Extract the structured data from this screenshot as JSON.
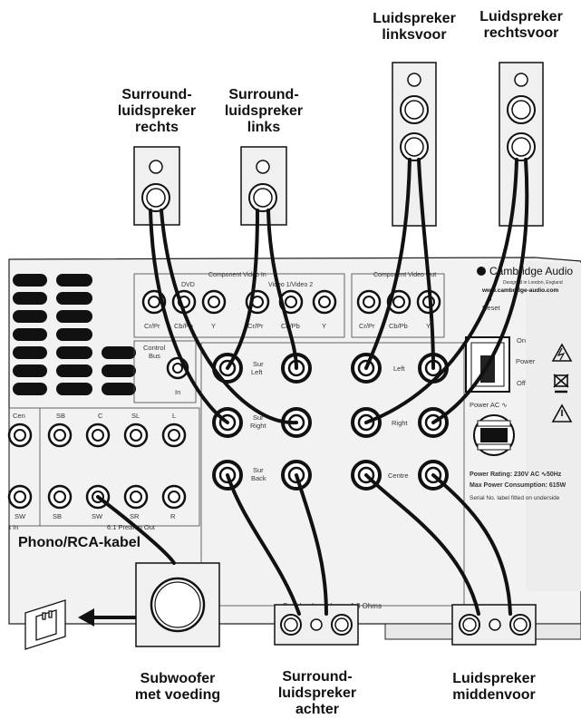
{
  "labels": {
    "front_left": [
      "Luidspreker",
      "linksvoor"
    ],
    "front_right": [
      "Luidspreker",
      "rechtsvoor"
    ],
    "surround_right": [
      "Surround-",
      "luidspreker",
      "rechts"
    ],
    "surround_left": [
      "Surround-",
      "luidspreker",
      "links"
    ],
    "phono": "Phono/RCA-kabel",
    "subwoofer": [
      "Subwoofer",
      "met voeding"
    ],
    "surround_back": [
      "Surround-",
      "luidspreker",
      "achter"
    ],
    "center": [
      "Luidspreker",
      "middenvoor"
    ]
  },
  "panel": {
    "component_video_in": "Component Video In",
    "dvd": "DVD",
    "video12": "Video 1/Video 2",
    "component_video_out": "Component Video Out",
    "cr_pr": "Cr/Pr",
    "cb_pb": "Cb/Pb",
    "y": "Y",
    "brand": "Cambridge Audio",
    "designed": "Designed in London, England",
    "url": "www.cambridge-audio.com",
    "reset": "Reset",
    "control_bus": [
      "Control",
      "Bus"
    ],
    "in": "In",
    "sur_left": [
      "Sur",
      "Left"
    ],
    "sur_right": [
      "Sur",
      "Right"
    ],
    "sur_back": [
      "Sur",
      "Back"
    ],
    "left": "Left",
    "right": "Right",
    "centre": "Centre",
    "on": "On",
    "power": "Power",
    "off": "Off",
    "power_ac": "Power AC ∿",
    "power_rating": "Power Rating: 230V AC ∿50Hz",
    "max_power": "Max Power Consumption: 615W",
    "serial": "Serial No. label fitted on underside",
    "speaker_impedance": "Speaker Impedance 4-8 Ohms",
    "cen": "Cen",
    "sb": "SB",
    "c": "C",
    "sl": "SL",
    "l": "L",
    "sw": "SW",
    "sr": "SR",
    "r": "R",
    "preamp_out": "6.1 Preamp Out",
    "t_in": "t In"
  }
}
